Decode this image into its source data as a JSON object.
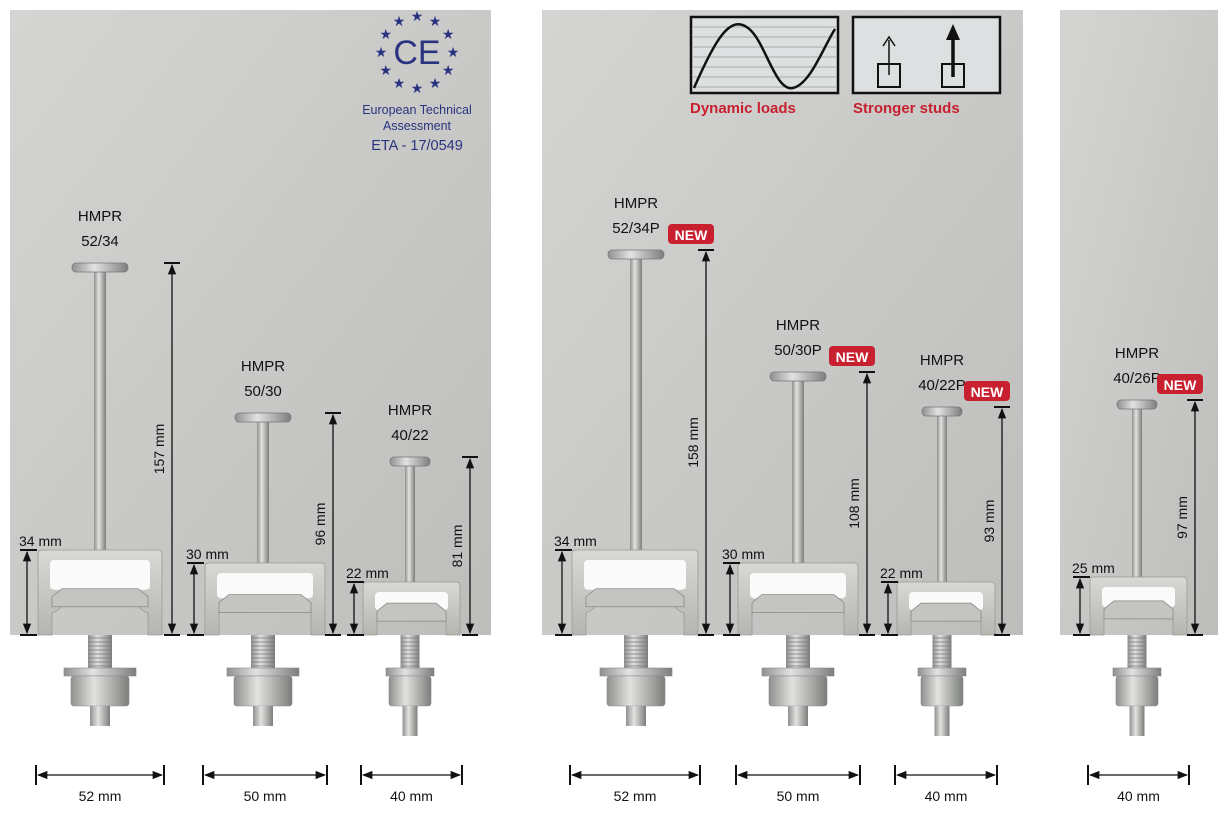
{
  "certification": {
    "mark": "CE",
    "line1": "European Technical",
    "line2": "Assessment",
    "code": "ETA - 17/0549",
    "color": "#2a3380"
  },
  "features": [
    {
      "label": "Dynamic loads",
      "icon": "sine-wave-icon"
    },
    {
      "label": "Stronger studs",
      "icon": "stud-arrows-icon"
    }
  ],
  "accent_color": "#c8202f",
  "new_badge": "NEW",
  "panels": [
    {
      "products": [
        {
          "brand": "HMPR",
          "model": "52/34",
          "height": "157 mm",
          "channel_height": "34 mm",
          "width": "52 mm",
          "is_new": false
        },
        {
          "brand": "HMPR",
          "model": "50/30",
          "height": "96 mm",
          "channel_height": "30 mm",
          "width": "50 mm",
          "is_new": false
        },
        {
          "brand": "HMPR",
          "model": "40/22",
          "height": "81 mm",
          "channel_height": "22 mm",
          "width": "40 mm",
          "is_new": false
        }
      ]
    },
    {
      "products": [
        {
          "brand": "HMPR",
          "model": "52/34P",
          "height": "158 mm",
          "channel_height": "34 mm",
          "width": "52 mm",
          "is_new": true
        },
        {
          "brand": "HMPR",
          "model": "50/30P",
          "height": "108 mm",
          "channel_height": "30 mm",
          "width": "50 mm",
          "is_new": true
        },
        {
          "brand": "HMPR",
          "model": "40/22P",
          "height": "93 mm",
          "channel_height": "22 mm",
          "width": "40 mm",
          "is_new": true
        }
      ]
    },
    {
      "products": [
        {
          "brand": "HMPR",
          "model": "40/26P",
          "height": "97 mm",
          "channel_height": "25 mm",
          "width": "40 mm",
          "is_new": true
        }
      ]
    }
  ]
}
